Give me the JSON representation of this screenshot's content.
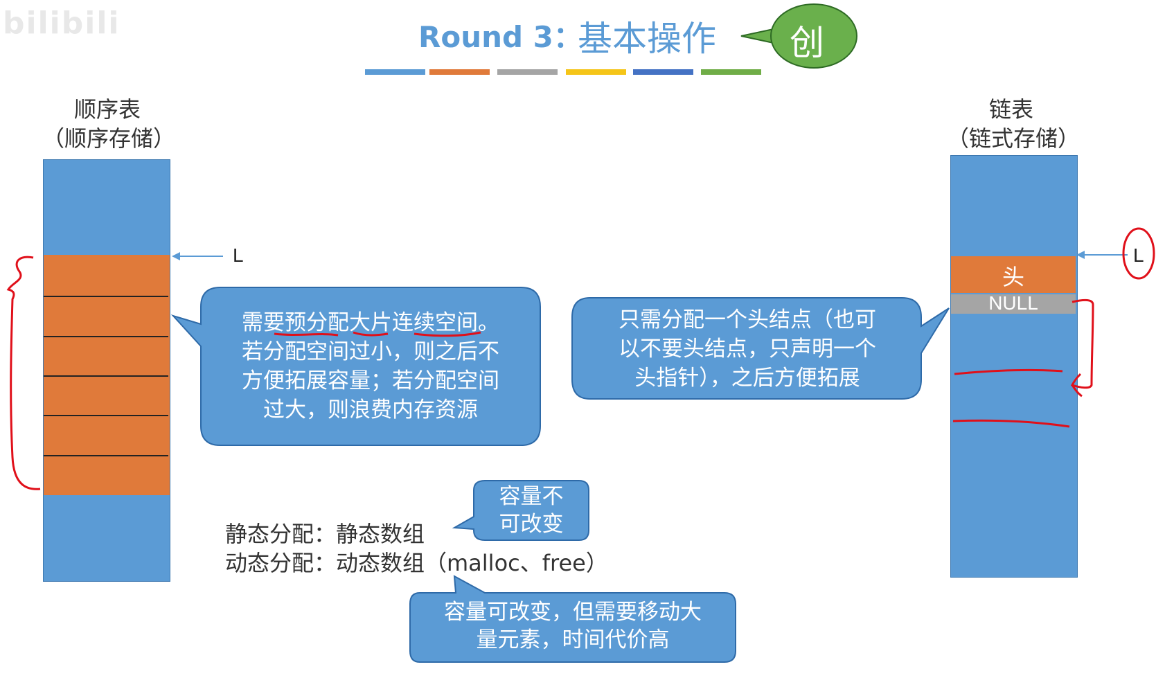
{
  "watermark": "bilibili",
  "title": {
    "en": "Round 3：",
    "cn": "基本操作"
  },
  "badge": {
    "text": "创",
    "color": "#6ab04c"
  },
  "color_bar": [
    "#5b9bd5",
    "#e07a3a",
    "#a5a5a5",
    "#f5c518",
    "#4472c4",
    "#70ad47"
  ],
  "left_column": {
    "title": "顺序表",
    "subtitle": "（顺序存储）",
    "pointer_label": "L"
  },
  "right_column": {
    "title": "链表",
    "subtitle": "（链式存储）",
    "pointer_label": "L",
    "head_label": "头",
    "null_label": "NULL"
  },
  "callouts": {
    "seq": [
      "需要预分配大片连续空间。",
      "若分配空间过小，则之后不",
      "方便拓展容量；若分配空间",
      "过大，则浪费内存资源"
    ],
    "linked": [
      "只需分配一个头结点（也可",
      "以不要头结点，只声明一个",
      "头指针），之后方便拓展"
    ],
    "static": [
      "容量不",
      "可改变"
    ],
    "dynamic": [
      "容量可改变，但需要移动大",
      "量元素，时间代价高"
    ]
  },
  "allocation": {
    "static_line": "静态分配：静态数组",
    "dynamic_line": "动态分配：动态数组（malloc、free）"
  },
  "colors": {
    "blue": "#5b9bd5",
    "orange": "#e07a3a",
    "gray": "#a5a5a5",
    "annotation_red": "#e0101a"
  }
}
